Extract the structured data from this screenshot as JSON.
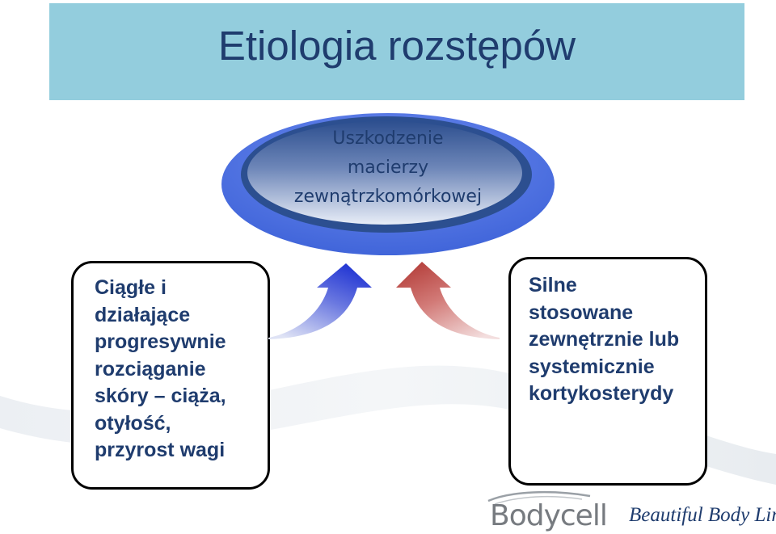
{
  "title": "Etiologia rozstępów",
  "center": {
    "lines": [
      "Uszkodzenie",
      "macierzy",
      "zewnątrzkomórkowej"
    ]
  },
  "left_box": {
    "lines": [
      "Ciągłe i",
      "działające",
      "progresywnie",
      "rozciąganie",
      "skóry – ciąża,",
      "otyłość,",
      "przyrost wagi"
    ]
  },
  "right_box": {
    "lines": [
      "Silne",
      "stosowane",
      "zewnętrznie lub",
      "systemicznie",
      "kortykosterydy"
    ]
  },
  "logos": {
    "bodycell": "Bodycell",
    "tagline": "Beautiful Body Line"
  },
  "colors": {
    "title_bg": "#93cddd",
    "title_text": "#1f3c6e",
    "ellipse_outer": "#3d6ae0",
    "ellipse_inner": "#2f5597",
    "arrow_left": "#2a3fd8",
    "arrow_right": "#c0504d"
  }
}
